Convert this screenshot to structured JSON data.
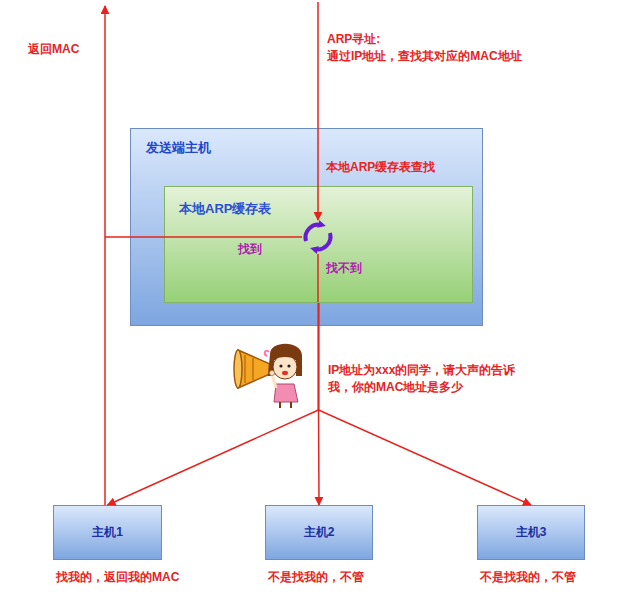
{
  "diagram": {
    "nodes": [
      {
        "text": [
          "发送端主机"
        ]
      },
      {
        "text": [
          "本地ARP缓存表"
        ],
        "in": 0
      },
      {
        "text": [
          "主机1"
        ]
      },
      {
        "text": [
          "主机2"
        ]
      },
      {
        "text": [
          "主机3"
        ]
      }
    ],
    "edges": [
      {
        "from": 1,
        "to": 2,
        "arrow": "to"
      },
      {
        "from": 1,
        "to": 3,
        "arrow": "to"
      },
      {
        "from": 1,
        "to": 4,
        "arrow": "to"
      }
    ],
    "labels": [
      "返回MAC",
      "ARP寻址:",
      "通过IP地址，查找其对应的MAC地址",
      "本地ARP缓存表查找",
      "找到",
      "找不到",
      "IP地址为xxx的同学，请大声的告诉我，你的MAC地址是多少",
      "找我的，返回我的MAC",
      "不是找我的，不管",
      "不是找我的，不管"
    ]
  }
}
